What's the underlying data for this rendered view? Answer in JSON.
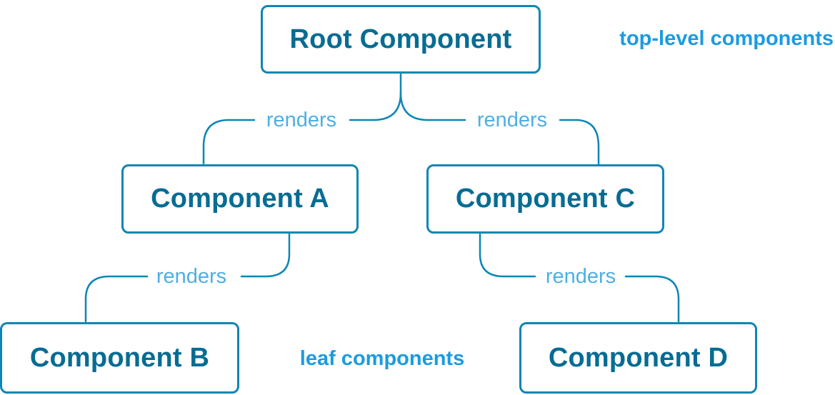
{
  "diagram": {
    "type": "component-tree",
    "nodes": {
      "root": "Root Component",
      "a": "Component A",
      "b": "Component B",
      "c": "Component C",
      "d": "Component D"
    },
    "edges": [
      {
        "from": "Root Component",
        "to": "Component A",
        "label": "renders"
      },
      {
        "from": "Root Component",
        "to": "Component C",
        "label": "renders"
      },
      {
        "from": "Component A",
        "to": "Component B",
        "label": "renders"
      },
      {
        "from": "Component C",
        "to": "Component D",
        "label": "renders"
      }
    ],
    "annotations": {
      "top_level": "top-level components",
      "leaf": "leaf components"
    },
    "colors": {
      "node_border": "#0E86B4",
      "node_text": "#076C93",
      "node_background": "#FFFFFF",
      "edge_line": "#0E86B4",
      "edge_label": "#4FAFE4",
      "annotation": "#1B9BE1",
      "page_background": "#FFFFFF"
    }
  }
}
